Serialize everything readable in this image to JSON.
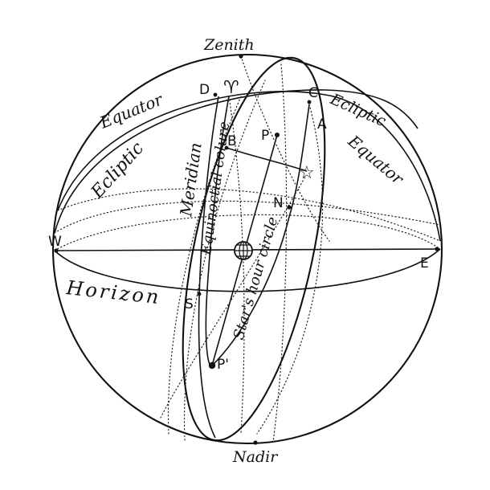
{
  "labels": {
    "zenith": "Zenith",
    "nadir": "Nadir",
    "horizon": "Horizon",
    "equator_left": "Equator",
    "equator_right": "Equator",
    "ecliptic_left": "Ecliptic",
    "ecliptic_right": "Ecliptic",
    "meridian": "Meridian",
    "equinoctial_colure": "Equinoctial colure",
    "stars_hour_circle": "Star's hour circle",
    "point_d": "D",
    "point_c": "C",
    "point_a": "A",
    "point_b": "B",
    "point_p": "P",
    "point_p_prime": "P'",
    "point_n": "N",
    "point_s": "S",
    "point_e": "E",
    "point_w": "W",
    "aries_symbol": "♈",
    "star_symbol": "☆"
  }
}
